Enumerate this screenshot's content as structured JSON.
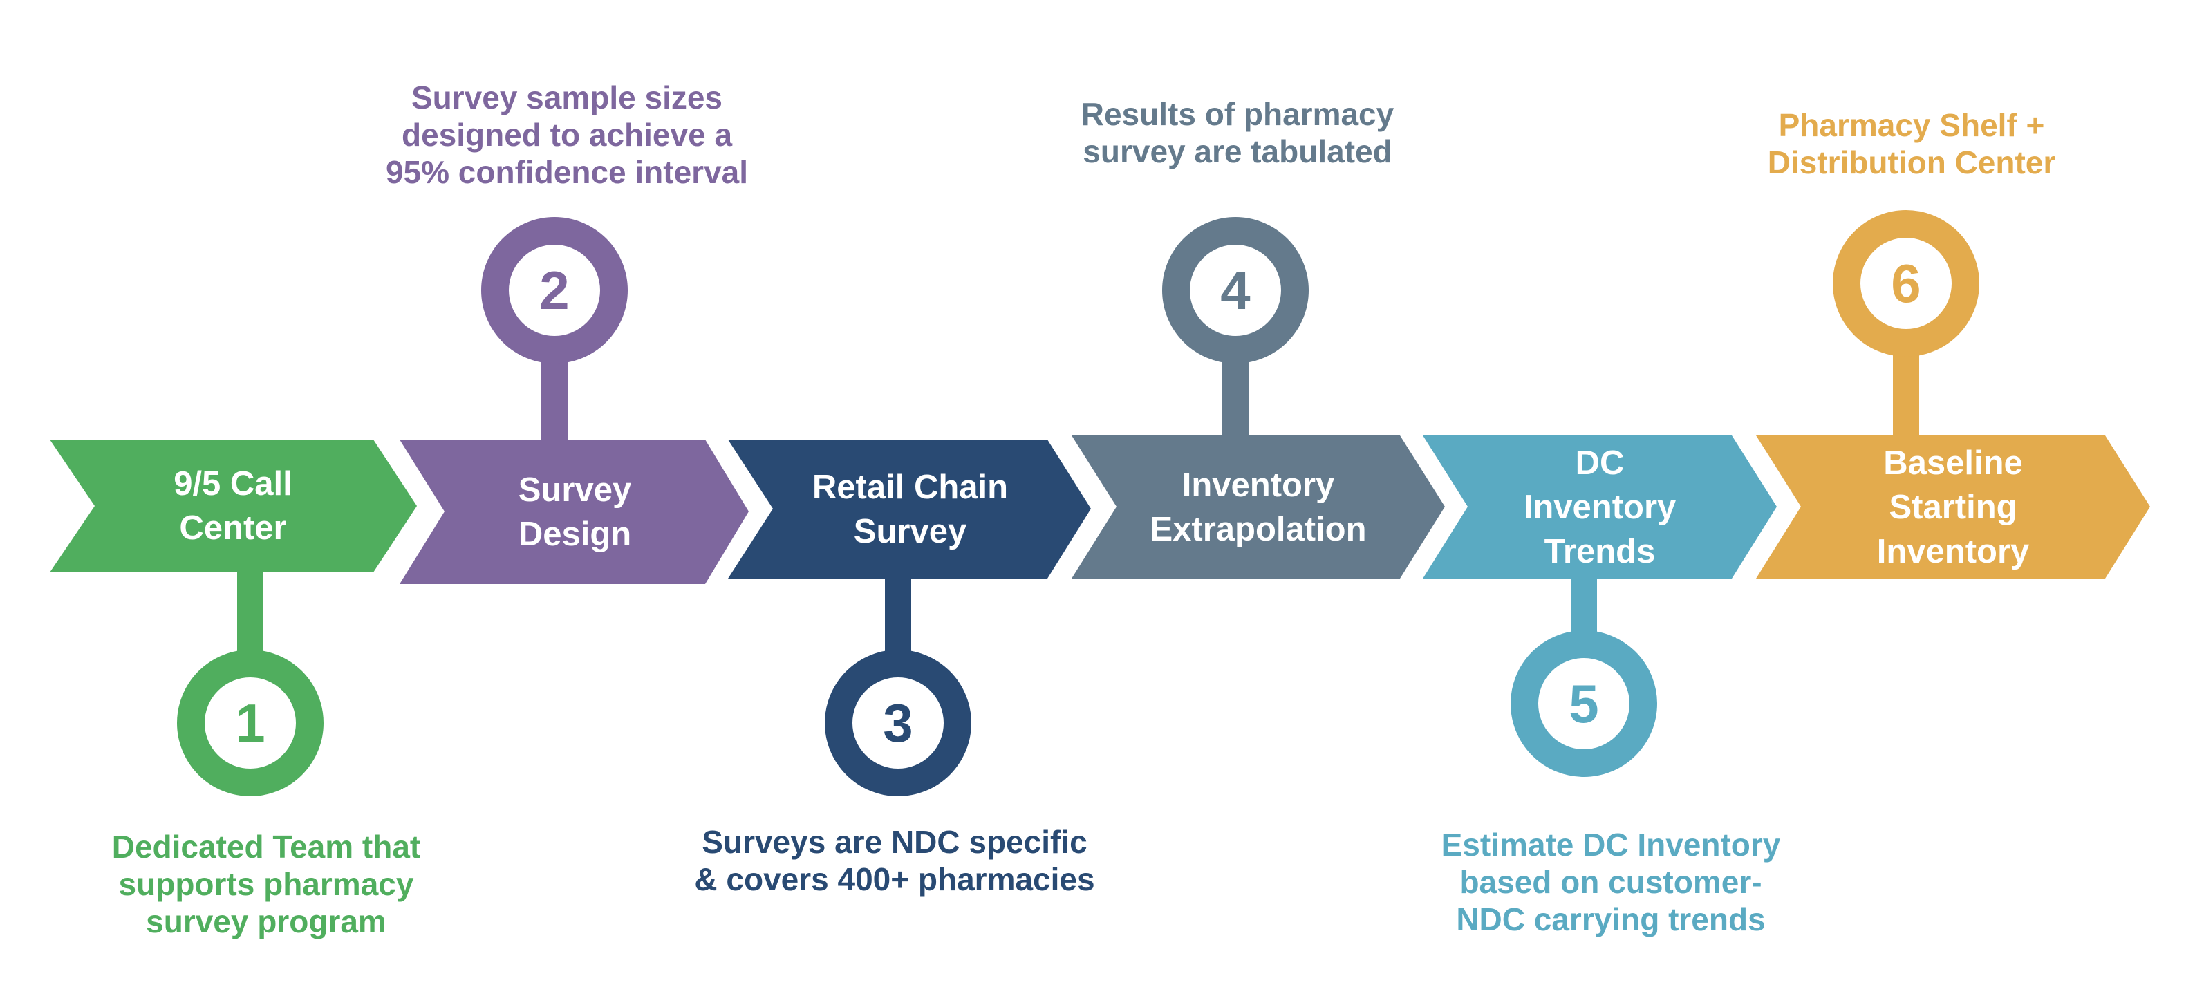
{
  "colors": {
    "green": "#50AE5E",
    "purple": "#7E679E",
    "navy": "#294A73",
    "slate": "#647A8C",
    "teal": "#5AAAC2",
    "gold": "#E3AB4D"
  },
  "steps": [
    {
      "number": "1",
      "title": "9/5 Call\nCenter",
      "description": "Dedicated Team that\nsupports pharmacy\nsurvey program",
      "color": "#50AE5E"
    },
    {
      "number": "2",
      "title": "Survey\nDesign",
      "description": "Survey sample sizes\ndesigned to achieve a\n95% confidence interval",
      "color": "#7E679E"
    },
    {
      "number": "3",
      "title": "Retail Chain\nSurvey",
      "description": "Surveys are NDC specific\n& covers 400+ pharmacies",
      "color": "#294A73"
    },
    {
      "number": "4",
      "title": "Inventory\nExtrapolation",
      "description": "Results of pharmacy\nsurvey are tabulated",
      "color": "#647A8C"
    },
    {
      "number": "5",
      "title": "DC\nInventory\nTrends",
      "description": "Estimate DC Inventory\nbased on customer-\nNDC carrying trends",
      "color": "#5AAAC2"
    },
    {
      "number": "6",
      "title": "Baseline\nStarting\nInventory",
      "description": "Pharmacy Shelf +\nDistribution Center",
      "color": "#E3AB4D"
    }
  ]
}
